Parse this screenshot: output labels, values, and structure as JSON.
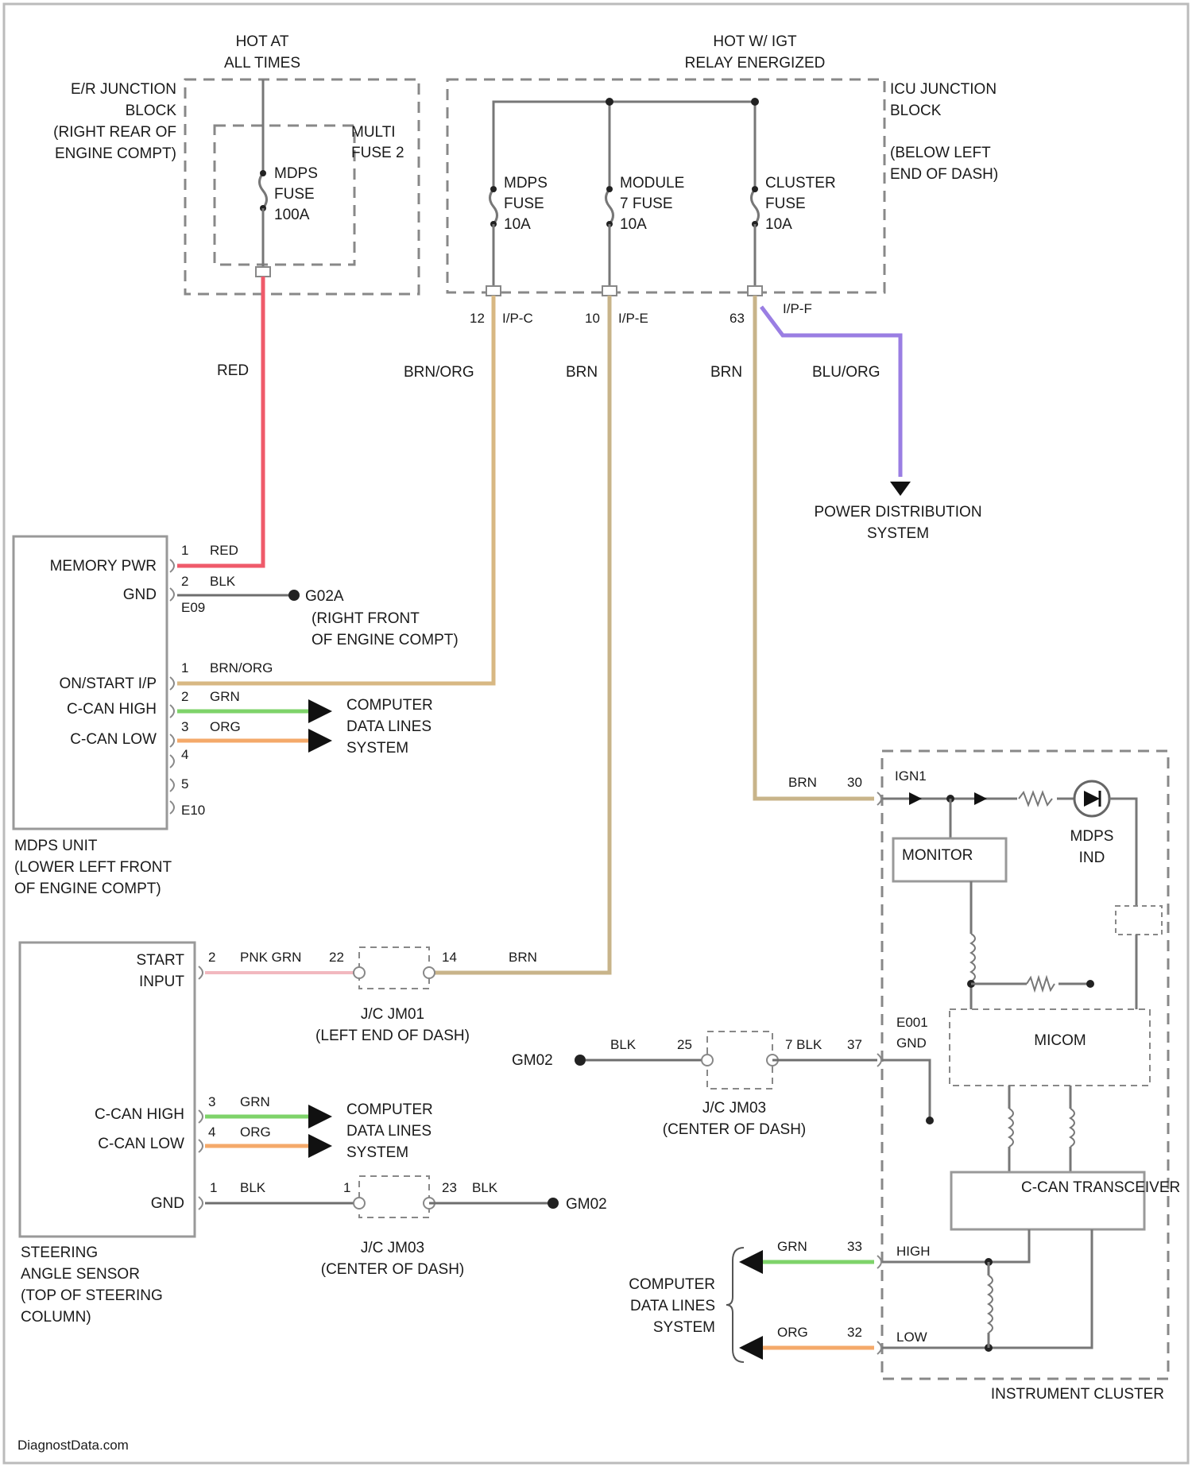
{
  "colors": {
    "RED": "#ef5a6a",
    "BRN": "#c8b48a",
    "BRNORG": "#d8b883",
    "GRN": "#7ed36a",
    "ORG": "#f4a96a",
    "BLUORG": "#9a7ee3",
    "PNK": "#f2b8bf",
    "BLK": "#6e6e6e"
  },
  "headers": {
    "hot_all_1": "HOT AT",
    "hot_all_2": "ALL TIMES",
    "hot_relay_1": "HOT W/ IGT",
    "hot_relay_2": "RELAY ENERGIZED"
  },
  "er_block": {
    "l1": "E/R JUNCTION",
    "l2": "BLOCK",
    "l3": "(RIGHT REAR OF",
    "l4": "ENGINE COMPT)",
    "multi_1": "MULTI",
    "multi_2": "FUSE 2",
    "fuse_1": "MDPS",
    "fuse_2": "FUSE",
    "fuse_3": "100A"
  },
  "icu_block": {
    "l1": "ICU JUNCTION",
    "l2": "BLOCK",
    "l3": "(BELOW LEFT",
    "l4": "END OF DASH)",
    "f1_1": "MDPS",
    "f1_2": "FUSE",
    "f1_3": "10A",
    "f2_1": "MODULE",
    "f2_2": "7 FUSE",
    "f2_3": "10A",
    "f3_1": "CLUSTER",
    "f3_2": "FUSE",
    "f3_3": "10A",
    "c1": "12",
    "c1b": "I/P-C",
    "c2": "10",
    "c2b": "I/P-E",
    "c3": "63",
    "c3b": "I/P-F"
  },
  "wires": {
    "red": "RED",
    "brnorg": "BRN/ORG",
    "brn1": "BRN",
    "brn2": "BRN",
    "bluorg": "BLU/ORG",
    "power_1": "POWER DISTRIBUTION",
    "power_2": "SYSTEM"
  },
  "mdps_unit": {
    "pin_mem": "MEMORY PWR",
    "pin_gnd": "GND",
    "pin_on": "ON/START I/P",
    "pin_canh": "C-CAN HIGH",
    "pin_canl": "C-CAN LOW",
    "w1n": "1",
    "w1c": "RED",
    "w2n": "2",
    "w2c": "BLK",
    "conn_e09": "E09",
    "g_name": "G02A",
    "g_1": "(RIGHT FRONT",
    "g_2": "OF ENGINE COMPT)",
    "w3n": "1",
    "w3c": "BRN/ORG",
    "w4n": "2",
    "w4c": "GRN",
    "w5n": "3",
    "w5c": "ORG",
    "p4": "4",
    "p5": "5",
    "conn_e10": "E10",
    "cdl_1": "COMPUTER",
    "cdl_2": "DATA LINES",
    "cdl_3": "SYSTEM",
    "name_1": "MDPS UNIT",
    "name_2": "(LOWER LEFT FRONT",
    "name_3": "OF ENGINE COMPT)"
  },
  "sas": {
    "pin_start_1": "START",
    "pin_start_2": "INPUT",
    "pin_canh": "C-CAN HIGH",
    "pin_canl": "C-CAN LOW",
    "pin_gnd": "GND",
    "w1n": "2",
    "w1c": "PNK GRN",
    "j1a": "22",
    "j1b": "14",
    "j1c": "BRN",
    "jc1_1": "J/C JM01",
    "jc1_2": "(LEFT END OF DASH)",
    "w2n": "3",
    "w2c": "GRN",
    "w3n": "4",
    "w3c": "ORG",
    "cdl_1": "COMPUTER",
    "cdl_2": "DATA LINES",
    "cdl_3": "SYSTEM",
    "w4n": "1",
    "w4c": "BLK",
    "j2a": "1",
    "j2b": "23",
    "j2c": "BLK",
    "g": "GM02",
    "jc2_1": "J/C JM03",
    "jc2_2": "(CENTER OF DASH)",
    "name_1": "STEERING",
    "name_2": "ANGLE SENSOR",
    "name_3": "(TOP OF STEERING",
    "name_4": "COLUMN)"
  },
  "cluster": {
    "brn": "BRN",
    "pin30": "30",
    "conn": "IGN1",
    "monitor": "MONITOR",
    "ind_1": "MDPS",
    "ind_2": "IND",
    "g": "GM02",
    "blk1": "BLK",
    "n25": "25",
    "n7blk": "7 BLK",
    "n37": "37",
    "gnd_1": "E001",
    "gnd_2": "GND",
    "jc_1": "J/C JM03",
    "jc_2": "(CENTER OF DASH)",
    "micom": "MICOM",
    "trans": "C-CAN TRANSCEIVER",
    "grn": "GRN",
    "n33": "33",
    "high": "HIGH",
    "org": "ORG",
    "n32": "32",
    "low": "LOW",
    "cdl_1": "COMPUTER",
    "cdl_2": "DATA LINES",
    "cdl_3": "SYSTEM",
    "name": "INSTRUMENT CLUSTER"
  },
  "footer": "DiagnostData.com"
}
